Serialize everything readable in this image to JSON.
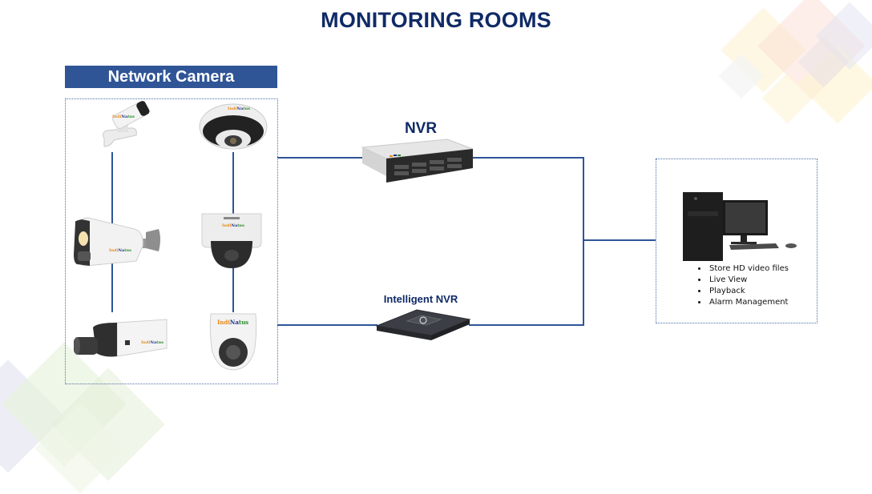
{
  "title": "MONITORING ROOMS",
  "network_camera": {
    "header": "Network Camera",
    "cameras": [
      {
        "type": "PTZ bullet camera",
        "brand": "IndiNatus"
      },
      {
        "type": "Fisheye dome camera",
        "brand": "IndiNatus"
      },
      {
        "type": "Bullet camera",
        "brand": "IndiNatus"
      },
      {
        "type": "Vandal dome camera",
        "brand": "IndiNatus"
      },
      {
        "type": "Box camera",
        "brand": "IndiNatus"
      },
      {
        "type": "Mini PTZ dome camera",
        "brand": "IndiNatus"
      }
    ]
  },
  "nvr": {
    "label": "NVR"
  },
  "intelligent_nvr": {
    "label": "Intelligent NVR"
  },
  "workstation": {
    "features": [
      "Store HD video files",
      "Live View",
      "Playback",
      "Alarm Management"
    ]
  },
  "brand_parts": [
    "Indi",
    "Na",
    "tus"
  ],
  "colors": {
    "title": "#0f2a66",
    "header_bg": "#2f5597",
    "line": "#2f5597",
    "box_border": "#4f6ea8"
  }
}
